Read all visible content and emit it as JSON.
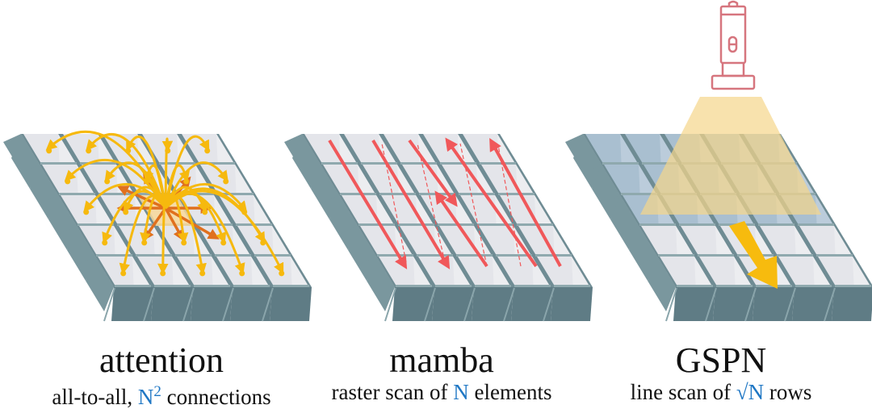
{
  "panels": [
    {
      "id": "attention",
      "title": "attention",
      "subtitle_parts": [
        "all-to-all, ",
        "N",
        "2",
        " connections"
      ],
      "grid": {
        "rows": 5,
        "cols": 5
      },
      "annotation": "yellow all-to-all curved arrows from center cell plus orange short arrows to neighbors"
    },
    {
      "id": "mamba",
      "title": "mamba",
      "subtitle_parts": [
        "raster scan of ",
        "N",
        " elements"
      ],
      "grid": {
        "rows": 5,
        "cols": 5
      },
      "annotation": "red diagonal raster-scan arrows with dashed return lines"
    },
    {
      "id": "gspn",
      "title": "GSPN",
      "subtitle_parts": [
        "line scan of ",
        "√",
        "N",
        " rows"
      ],
      "grid": {
        "rows": 5,
        "cols": 5,
        "highlighted_rows": 3
      },
      "annotation": "flashlight illuminating top rows with yellow beam; yellow arrow pointing down-right"
    }
  ],
  "colors": {
    "cube_top": "#e4e5ea",
    "cube_top_light": "#ecedf1",
    "cube_side": "#7a979e",
    "cube_front": "#5f7c85",
    "cube_top_blue": "#a9bfd0",
    "grid_line": "#6f8c94",
    "attention_arrow": "#f6b90e",
    "attention_local_arrow": "#e0701e",
    "attention_center": "#f8d89a",
    "mamba_arrow": "#f0585a",
    "gspn_beam": "#f5d68a",
    "gspn_arrow": "#f7bb0e",
    "flashlight": "#d6757e",
    "highlight_text": "#1f77c4"
  }
}
